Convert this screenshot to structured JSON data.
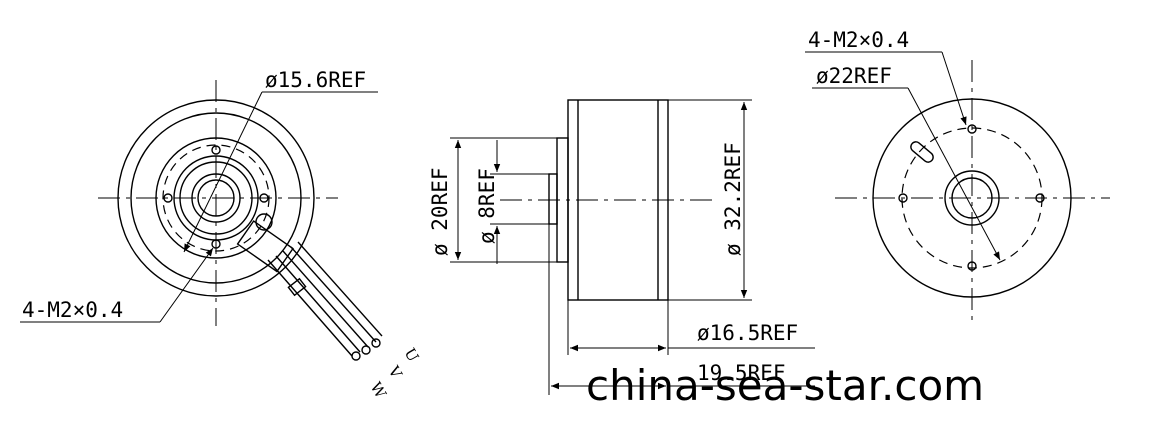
{
  "front_view": {
    "diameter_label": "ø15.6REF",
    "thread_label": "4-M2×0.4",
    "wire_labels": [
      "U",
      "V",
      "W"
    ]
  },
  "side_view": {
    "diameter_20_label": "ø 20REF",
    "diameter_8_label": "ø 8REF",
    "diameter_32_label": "ø 32.2REF",
    "diameter_16_label": "ø16.5REF",
    "length_label": "19.5REF"
  },
  "rear_view": {
    "thread_label": "4-M2×0.4",
    "diameter_label": "ø22REF"
  },
  "watermark": "china-sea-star.com"
}
